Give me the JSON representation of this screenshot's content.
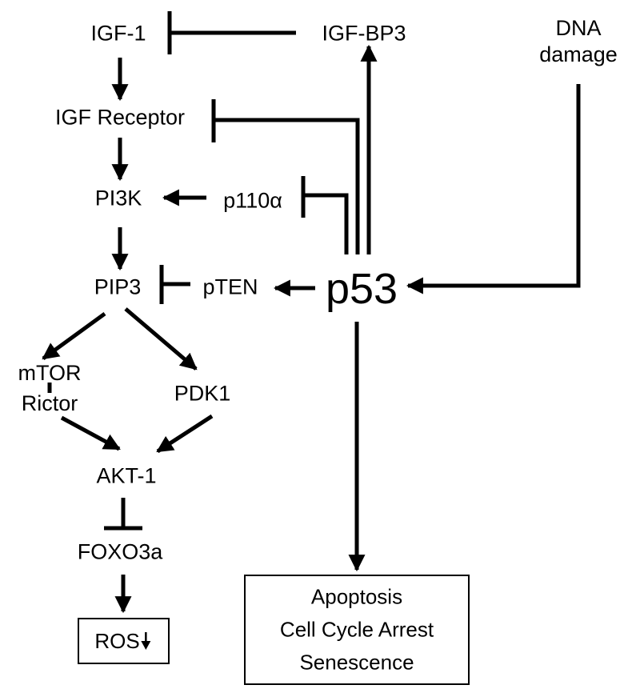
{
  "nodes": {
    "igf1": "IGF-1",
    "igfbp3": "IGF-BP3",
    "dna_damage": [
      "DNA",
      "damage"
    ],
    "igf_receptor": "IGF Receptor",
    "pi3k": "PI3K",
    "p110a": "p110α",
    "pip3": "PIP3",
    "pten": "pTEN",
    "p53": "p53",
    "mtor_rictor": [
      "mTOR",
      "Rictor"
    ],
    "pdk1": "PDK1",
    "akt1": "AKT-1",
    "foxo3a": "FOXO3a",
    "ros": "ROS",
    "outcomes": [
      "Apoptosis",
      "Cell Cycle Arrest",
      "Senescence"
    ]
  },
  "icons": {
    "ros_trend": "down-arrow-icon"
  },
  "colors": {
    "ink": "#000000",
    "background": "#ffffff"
  }
}
